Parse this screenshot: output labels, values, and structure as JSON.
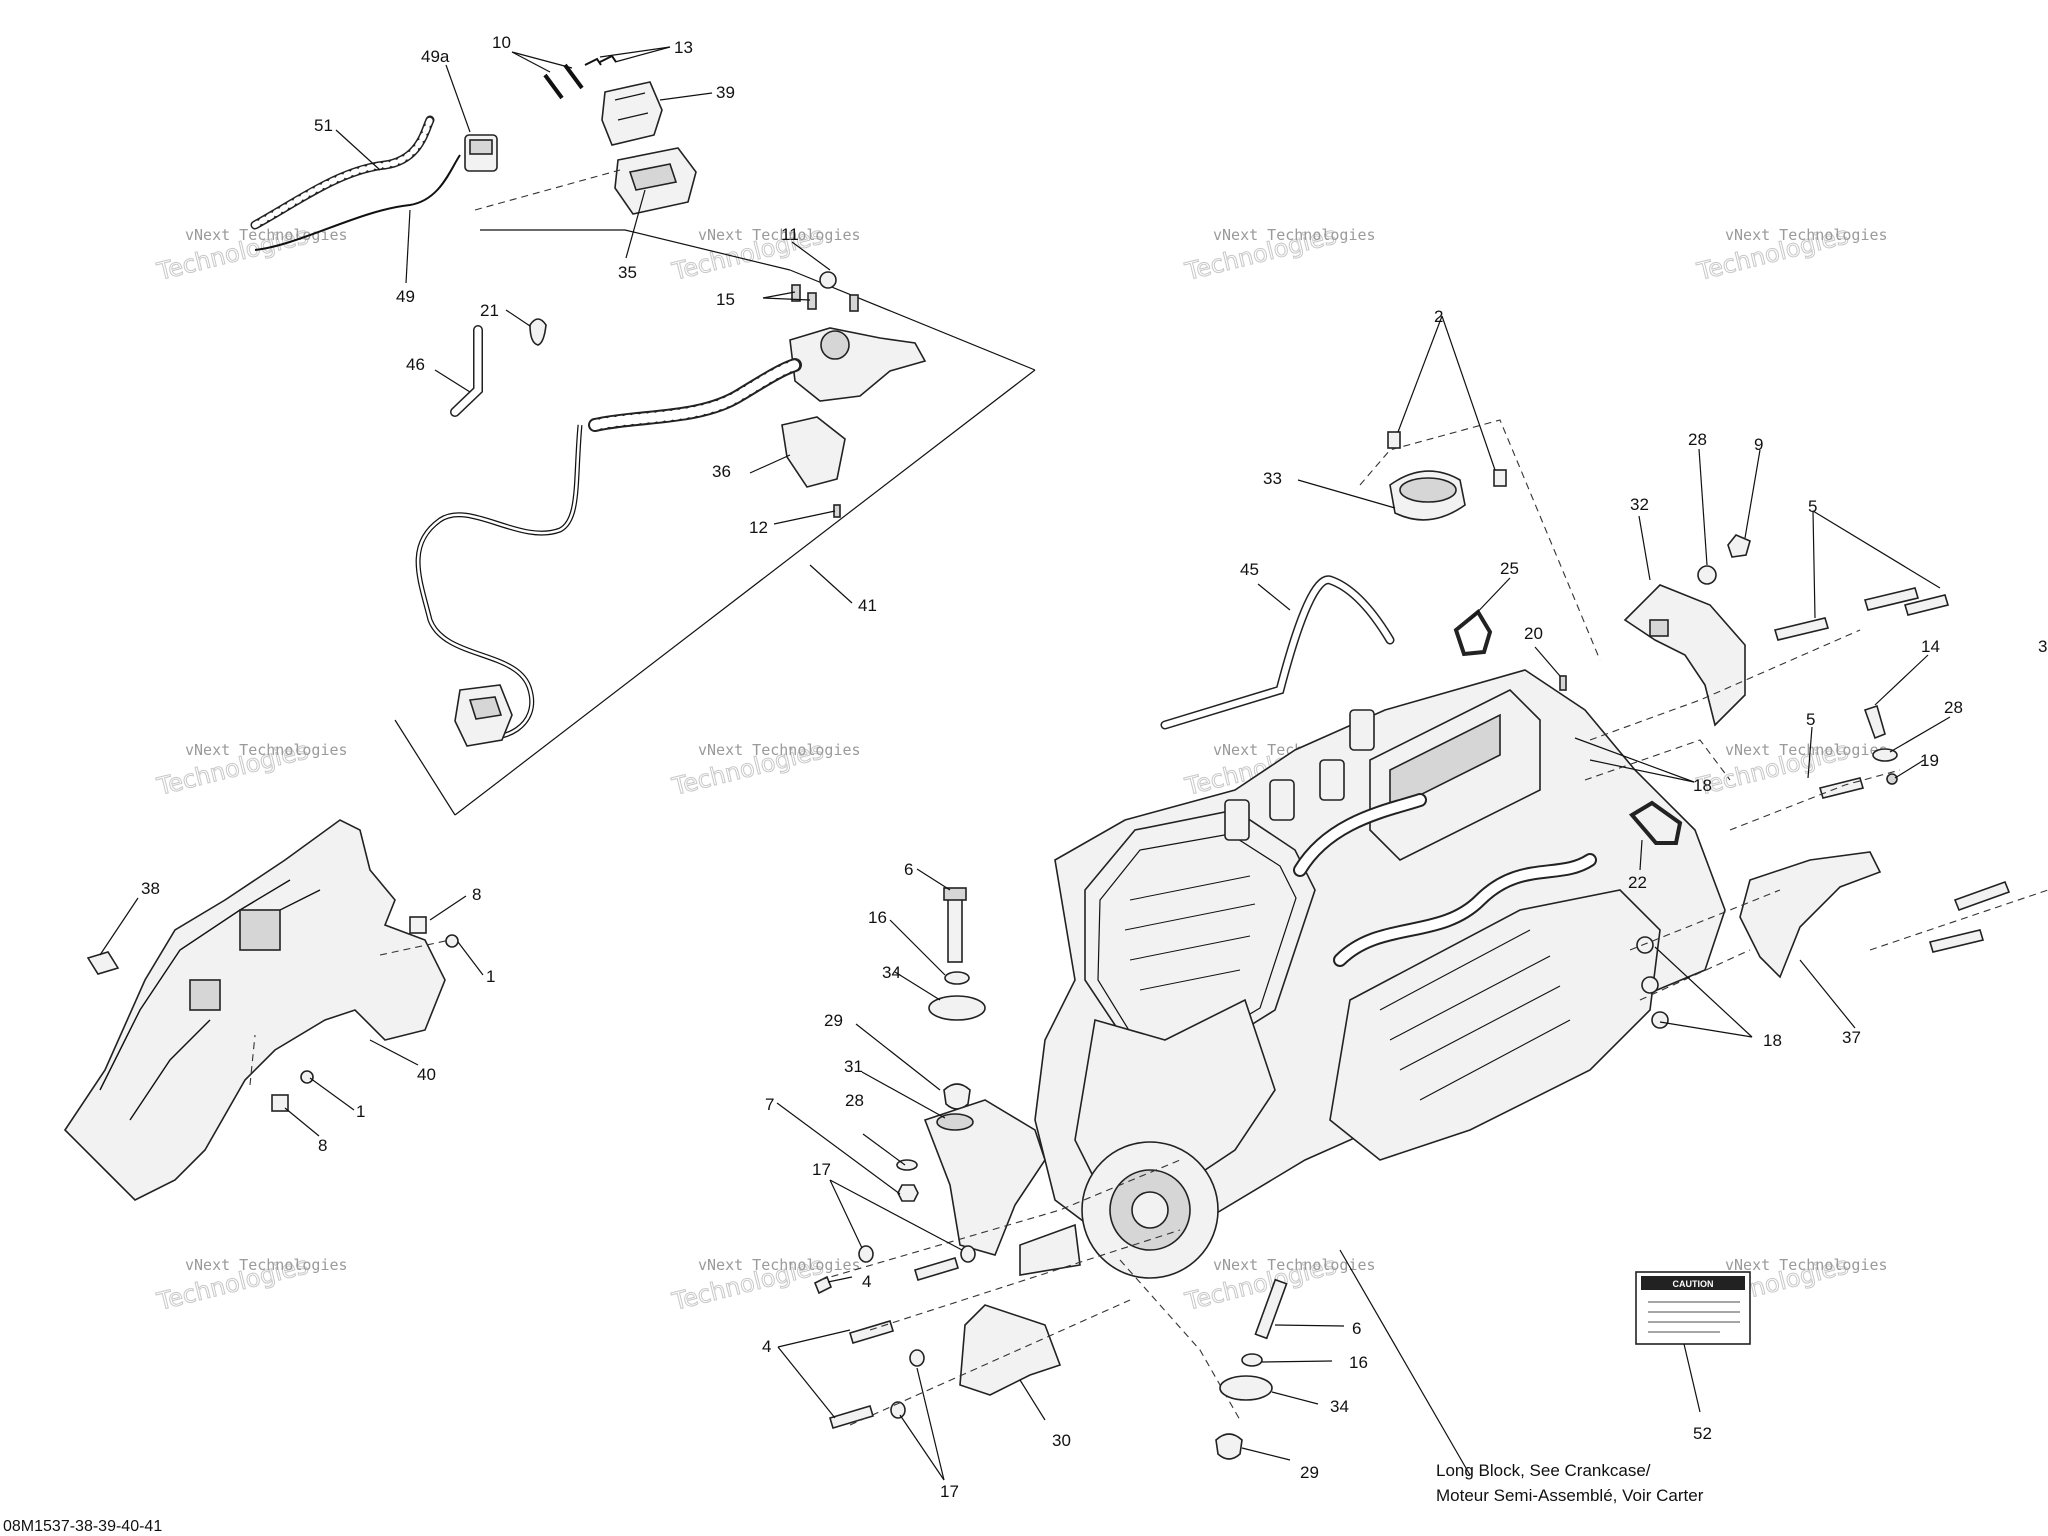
{
  "labels": [
    {
      "id": "l10",
      "text": "10"
    },
    {
      "id": "l13",
      "text": "13"
    },
    {
      "id": "l49a",
      "text": "49a"
    },
    {
      "id": "l39",
      "text": "39"
    },
    {
      "id": "l51",
      "text": "51"
    },
    {
      "id": "l49",
      "text": "49"
    },
    {
      "id": "l35",
      "text": "35"
    },
    {
      "id": "l11",
      "text": "11"
    },
    {
      "id": "l15",
      "text": "15"
    },
    {
      "id": "l21",
      "text": "21"
    },
    {
      "id": "l46",
      "text": "46"
    },
    {
      "id": "l36",
      "text": "36"
    },
    {
      "id": "l12",
      "text": "12"
    },
    {
      "id": "l41",
      "text": "41"
    },
    {
      "id": "l2",
      "text": "2"
    },
    {
      "id": "l33",
      "text": "33"
    },
    {
      "id": "l28a",
      "text": "28"
    },
    {
      "id": "l9",
      "text": "9"
    },
    {
      "id": "l32",
      "text": "32"
    },
    {
      "id": "l5a",
      "text": "5"
    },
    {
      "id": "l45",
      "text": "45"
    },
    {
      "id": "l25",
      "text": "25"
    },
    {
      "id": "l20",
      "text": "20"
    },
    {
      "id": "l14",
      "text": "14"
    },
    {
      "id": "l28b",
      "text": "28"
    },
    {
      "id": "l5b",
      "text": "5"
    },
    {
      "id": "l19",
      "text": "19"
    },
    {
      "id": "l18a",
      "text": "18"
    },
    {
      "id": "l22",
      "text": "22"
    },
    {
      "id": "l38",
      "text": "38"
    },
    {
      "id": "l8a",
      "text": "8"
    },
    {
      "id": "l1a",
      "text": "1"
    },
    {
      "id": "l40",
      "text": "40"
    },
    {
      "id": "l1b",
      "text": "1"
    },
    {
      "id": "l8b",
      "text": "8"
    },
    {
      "id": "l6a",
      "text": "6"
    },
    {
      "id": "l16a",
      "text": "16"
    },
    {
      "id": "l34a",
      "text": "34"
    },
    {
      "id": "l29a",
      "text": "29"
    },
    {
      "id": "l31",
      "text": "31"
    },
    {
      "id": "l7",
      "text": "7"
    },
    {
      "id": "l28c",
      "text": "28"
    },
    {
      "id": "l17a",
      "text": "17"
    },
    {
      "id": "l4a",
      "text": "4"
    },
    {
      "id": "l4b",
      "text": "4"
    },
    {
      "id": "l30",
      "text": "30"
    },
    {
      "id": "l17b",
      "text": "17"
    },
    {
      "id": "l6b",
      "text": "6"
    },
    {
      "id": "l16b",
      "text": "16"
    },
    {
      "id": "l34b",
      "text": "34"
    },
    {
      "id": "l29b",
      "text": "29"
    },
    {
      "id": "l18b",
      "text": "18"
    },
    {
      "id": "l37",
      "text": "37"
    },
    {
      "id": "l52",
      "text": "52"
    },
    {
      "id": "l3",
      "text": "3"
    }
  ],
  "watermark": {
    "line1": "vNext Technologies",
    "line2": "Technologies"
  },
  "caution_label": "CAUTION",
  "note": {
    "line1": "Long Block, See Crankcase/",
    "line2": "Moteur Semi-Assemblé, Voir Carter"
  },
  "drawing_code": "08M1537-38-39-40-41"
}
